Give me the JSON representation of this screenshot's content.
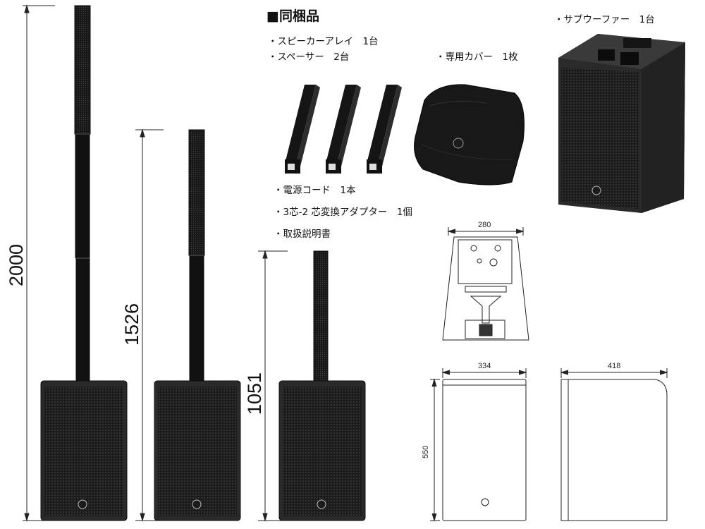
{
  "dimensions": {
    "height_2000": "2000",
    "height_1526": "1526",
    "height_1051": "1051",
    "top_width": "280",
    "front_width": "334",
    "side_depth": "418",
    "front_height": "550"
  },
  "contents": {
    "heading": "■同梱品",
    "speaker_array": "・スピーカーアレイ　1台",
    "spacer": "・スペーサー　2台",
    "cover": "・専用カバー　1枚",
    "subwoofer": "・サブウーファー　1台",
    "power_cord": "・電源コード　1本",
    "adapter": "・3芯-2 芯変換アダプター　1個",
    "manual": "・取扱説明書"
  },
  "colors": {
    "speaker_body": "#1c1c1c",
    "grille": "#2a2a2a",
    "line": "#222222"
  },
  "icons": [
    "yamaha-logo-icon"
  ]
}
